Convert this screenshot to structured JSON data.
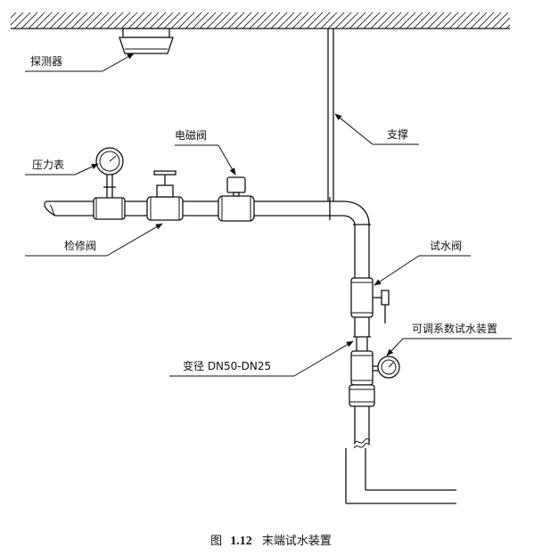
{
  "labels": {
    "detector": "探测器",
    "support": "支撑",
    "solenoid_valve": "电磁阀",
    "pressure_gauge": "压力表",
    "inspection_valve": "检修阀",
    "test_valve": "试水阀",
    "adjustable_test_device": "可调系数试水装置",
    "reducer": "变径 DN50-DN25"
  },
  "caption": {
    "prefix": "图",
    "number": "1.12",
    "title": "末端试水装置"
  },
  "colors": {
    "line": "#111111",
    "background": "#ffffff"
  }
}
